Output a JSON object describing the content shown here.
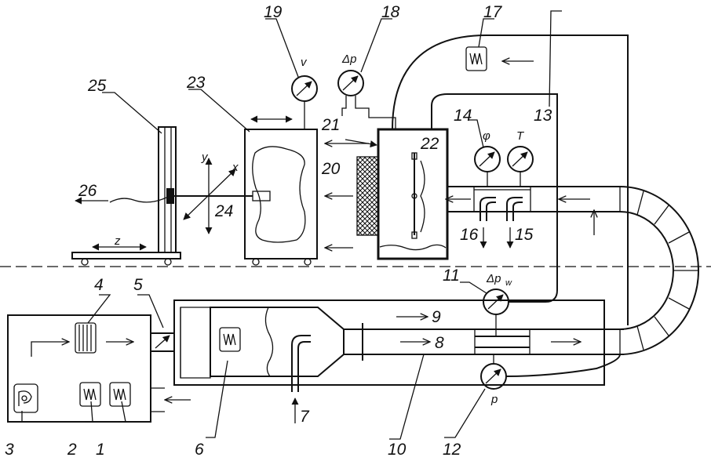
{
  "callouts": {
    "n1": "1",
    "n2": "2",
    "n3": "3",
    "n4": "4",
    "n5": "5",
    "n6": "6",
    "n7": "7",
    "n8": "8",
    "n9": "9",
    "n10": "10",
    "n11": "11",
    "n12": "12",
    "n13": "13",
    "n14": "14",
    "n15": "15",
    "n16": "16",
    "n17": "17",
    "n18": "18",
    "n19": "19",
    "n20": "20",
    "n21": "21",
    "n22": "22",
    "n23": "23",
    "n24": "24",
    "n25": "25",
    "n26": "26"
  },
  "gauges": {
    "velocity": "v",
    "pressure_diff": "Δp",
    "humidity": "φ",
    "temperature": "T",
    "water_pressure_diff_main": "Δp",
    "water_pressure_diff_sub": "w",
    "pressure": "p"
  },
  "axes": {
    "x": "x",
    "y": "y",
    "z": "z"
  },
  "colors": {
    "ink": "#111111",
    "background": "#ffffff"
  }
}
